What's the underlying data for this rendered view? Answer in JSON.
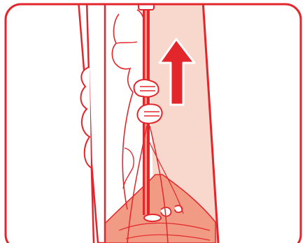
{
  "illustration": {
    "frame_color": "#e3262b",
    "highlight_color": "#f8d8cc",
    "tent_fill": "#f29b84",
    "background": "#ffffff",
    "elements": {
      "frame": "rounded-frame",
      "arrow": "up-arrow-icon",
      "pole": "tent-pole",
      "hands": "hands-gripping-pole",
      "tent_fabric": "tent-fabric",
      "guy_lines": "guy-lines"
    }
  }
}
